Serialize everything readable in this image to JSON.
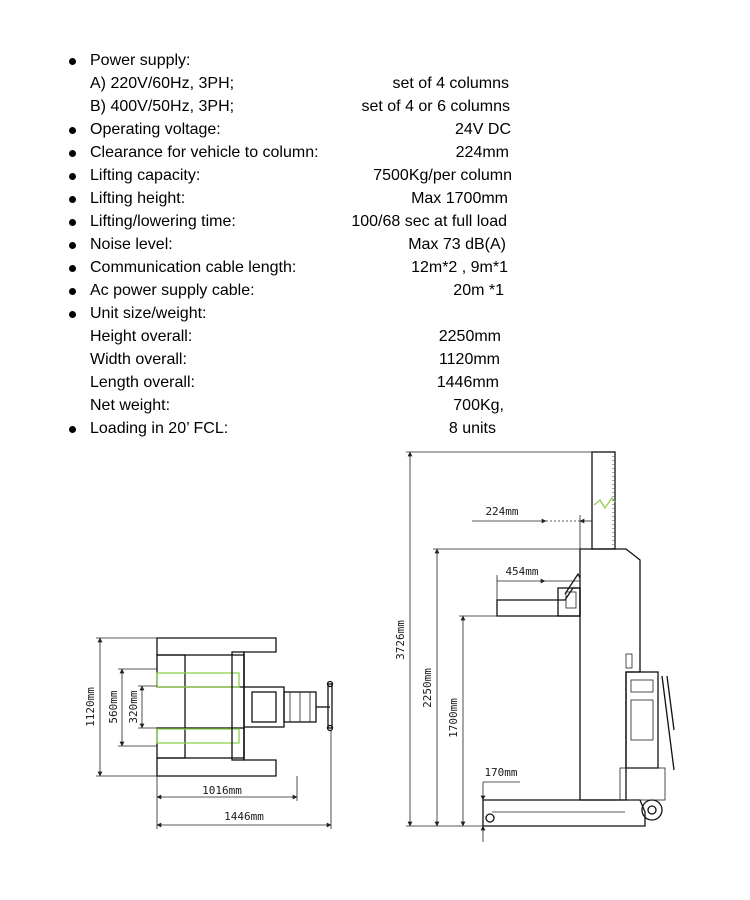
{
  "specs": [
    {
      "label": "Power supply:",
      "value": "",
      "bullet": true
    },
    {
      "label": "A) 220V/60Hz, 3PH;",
      "value": "set of 4 columns",
      "bullet": false
    },
    {
      "label": "B) 400V/50Hz, 3PH;",
      "value": "set of 4 or 6 columns",
      "bullet": false
    },
    {
      "label": "Operating voltage:",
      "value": "24V DC",
      "bullet": true
    },
    {
      "label": "Clearance for vehicle to column:",
      "value": "224mm",
      "bullet": true
    },
    {
      "label": "Lifting capacity:",
      "value": "7500Kg/per column",
      "bullet": true
    },
    {
      "label": "Lifting height:",
      "value": "Max 1700mm",
      "bullet": true
    },
    {
      "label": "Lifting/lowering time:",
      "value": "100/68 sec at full load",
      "bullet": true
    },
    {
      "label": "Noise level:",
      "value": "Max 73 dB(A)",
      "bullet": true
    },
    {
      "label": "Communication cable length:",
      "value": "12m*2 , 9m*1",
      "bullet": true
    },
    {
      "label": "Ac power supply cable:",
      "value": "20m *1",
      "bullet": true
    },
    {
      "label": "Unit size/weight:",
      "value": "",
      "bullet": true
    },
    {
      "label": "Height overall:",
      "value": "2250mm",
      "bullet": false
    },
    {
      "label": "Width overall:",
      "value": "1120mm",
      "bullet": false
    },
    {
      "label": "Length overall:",
      "value": "1446mm",
      "bullet": false
    },
    {
      "label": "Net weight:",
      "value": "700Kg,",
      "bullet": false
    },
    {
      "label": "Loading in 20’ FCL:",
      "value": "8 units",
      "bullet": true
    }
  ],
  "diagram": {
    "top_view": {
      "width_overall": "1120mm",
      "fork_outer": "560mm",
      "fork_inner": "320mm",
      "fork_length": "1016mm",
      "length_overall": "1446mm"
    },
    "side_view": {
      "clearance": "224mm",
      "pad_reach": "454mm",
      "max_height": "3726mm",
      "unit_height": "2250mm",
      "lift_height": "1700mm",
      "min_height": "170mm"
    }
  }
}
